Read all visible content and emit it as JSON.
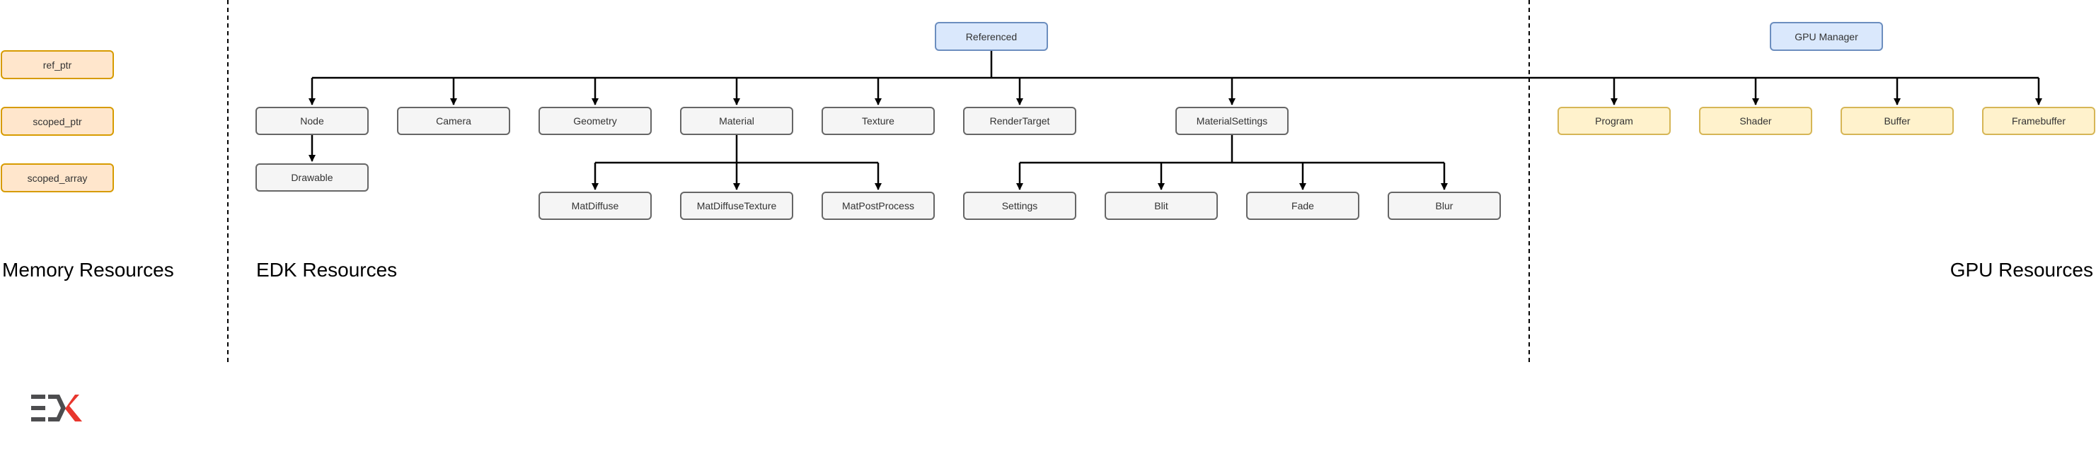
{
  "sections": {
    "memory": "Memory Resources",
    "edk": "EDK Resources",
    "gpu": "GPU Resources"
  },
  "nodes": {
    "ref_ptr": "ref_ptr",
    "scoped_ptr": "scoped_ptr",
    "scoped_array": "scoped_array",
    "referenced": "Referenced",
    "node": "Node",
    "drawable": "Drawable",
    "camera": "Camera",
    "geometry": "Geometry",
    "material": "Material",
    "texture": "Texture",
    "render_target": "RenderTarget",
    "material_settings": "MaterialSettings",
    "mat_diffuse": "MatDiffuse",
    "mat_diffuse_texture": "MatDiffuseTexture",
    "mat_post_process": "MatPostProcess",
    "settings": "Settings",
    "blit": "Blit",
    "fade": "Fade",
    "blur": "Blur",
    "gpu_manager": "GPU Manager",
    "program": "Program",
    "shader": "Shader",
    "buffer": "Buffer",
    "framebuffer": "Framebuffer"
  },
  "colors": {
    "line": "#000000",
    "default_fill": "#f5f5f5",
    "default_stroke": "#666666",
    "root_fill": "#dae8fc",
    "root_stroke": "#6c8ebf",
    "memory_fill": "#ffe6cc",
    "memory_stroke": "#d79b00",
    "gpu_fill": "#fff2cc",
    "gpu_stroke": "#d6b656",
    "logo_dark": "#4d4d4f",
    "logo_red": "#e8362d"
  },
  "logo": {
    "icon": "edk-logo"
  }
}
